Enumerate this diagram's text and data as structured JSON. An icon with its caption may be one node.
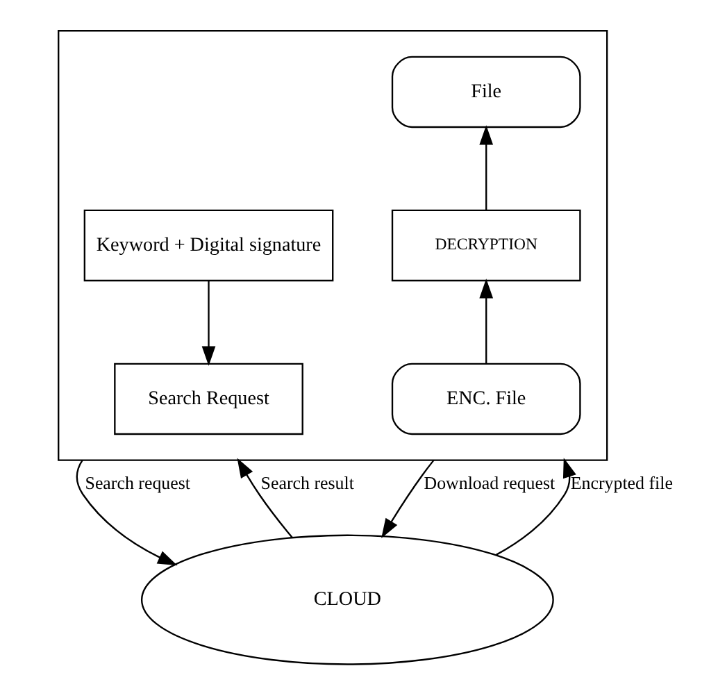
{
  "diagram": {
    "nodes": [
      {
        "text": [],
        "shape": "box"
      },
      {
        "text": [
          "Keyword + Digital signature"
        ],
        "in": 0
      },
      {
        "text": [
          "Search Request"
        ],
        "in": 0
      },
      {
        "text": [
          "File"
        ],
        "in": 0
      },
      {
        "text": [
          "DECRYPTION"
        ],
        "in": 0
      },
      {
        "text": [
          "ENC. File"
        ],
        "in": 0
      },
      {
        "text": [
          "CLOUD"
        ]
      }
    ],
    "edges": [
      {
        "from": 1,
        "to": 2,
        "arrow": "to"
      },
      {
        "from": 5,
        "to": 4,
        "arrow": "to"
      },
      {
        "from": 4,
        "to": 3,
        "arrow": "to"
      },
      {
        "from": 0,
        "to": 6,
        "arrow": "to",
        "label": "Search request"
      },
      {
        "from": 6,
        "to": 0,
        "arrow": "to",
        "label": "Search result"
      },
      {
        "from": 0,
        "to": 6,
        "arrow": "to",
        "label": "Download request"
      },
      {
        "from": 6,
        "to": 0,
        "arrow": "to",
        "label": "Encrypted file"
      }
    ]
  }
}
